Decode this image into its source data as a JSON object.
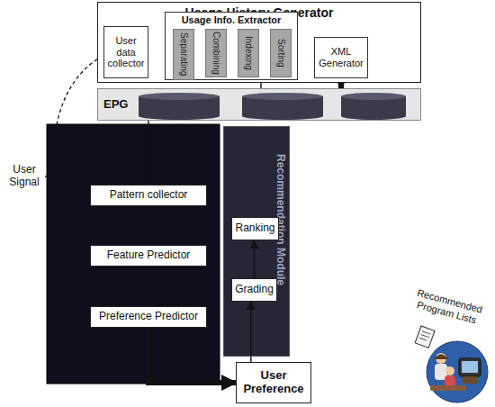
{
  "diagram": {
    "nodes": [
      {
        "text": [
          "Usage History Generator"
        ]
      },
      {
        "text": [
          "User data collector"
        ],
        "in": 0
      },
      {
        "text": [
          "Usage Info. Extractor"
        ],
        "in": 0
      },
      {
        "text": [
          "Separating"
        ],
        "in": 2
      },
      {
        "text": [
          "Combining"
        ],
        "in": 2
      },
      {
        "text": [
          "Indexing"
        ],
        "in": 2
      },
      {
        "text": [
          "Sorting"
        ],
        "in": 2
      },
      {
        "text": [
          "XML Generator"
        ],
        "in": 0
      },
      {
        "text": [
          "EPG"
        ]
      },
      {
        "text": [
          "Pattern collector"
        ]
      },
      {
        "text": [
          "Feature Predictor"
        ]
      },
      {
        "text": [
          "Preference Predictor"
        ]
      },
      {
        "text": [
          "Recommendation Module"
        ]
      },
      {
        "text": [
          "Ranking"
        ],
        "in": 12
      },
      {
        "text": [
          "Grading"
        ],
        "in": 12
      },
      {
        "text": [
          "User Preference"
        ]
      }
    ],
    "edges": [
      {
        "from": 1,
        "to": 2,
        "arrow": "to"
      },
      {
        "from": 2,
        "to": 7,
        "arrow": "to"
      },
      {
        "from": 7,
        "to": 8,
        "arrow": "to"
      },
      {
        "from": 8,
        "to": 2,
        "arrow": "none"
      },
      {
        "from": 8,
        "to": 9,
        "arrow": "none"
      },
      {
        "from": 11,
        "to": 15,
        "arrow": "to"
      },
      {
        "from": 15,
        "to": 14,
        "arrow": "to"
      },
      {
        "from": 14,
        "to": 13,
        "arrow": "to"
      }
    ],
    "labels": [
      "User Signal",
      "Recommended Program Lists"
    ]
  }
}
